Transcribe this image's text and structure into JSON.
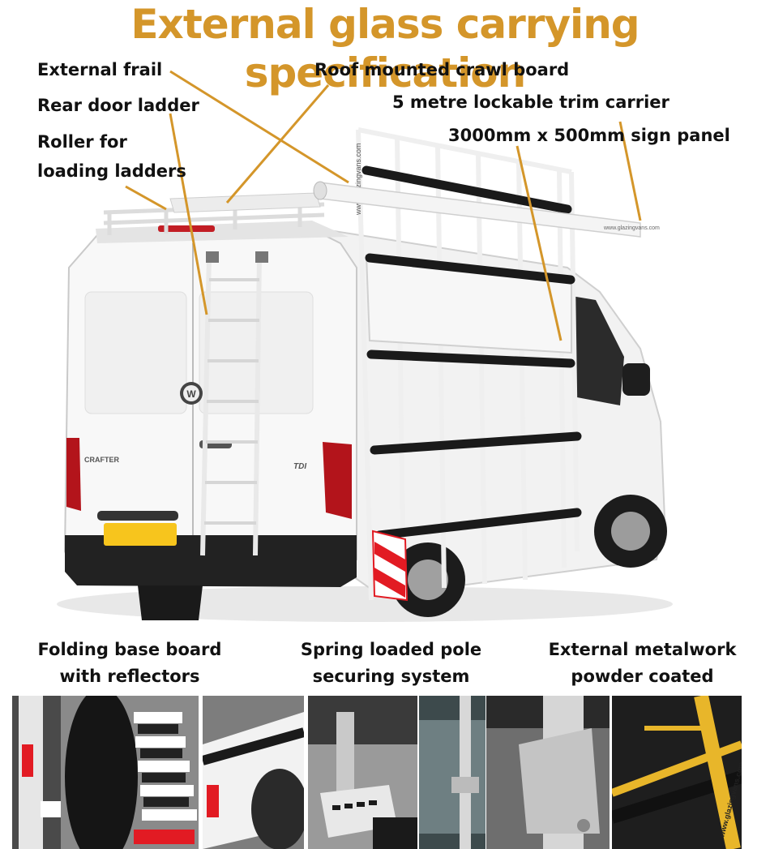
{
  "title": "External glass carrying specification",
  "colors": {
    "title": "#d4962a",
    "leader_lines": "#d4962a",
    "reflector_red": "#e21b23",
    "van_white": "#f4f4f4",
    "rubber_black": "#1a1a1a",
    "plate_yellow": "#f7c51d",
    "frame_yellow": "#e8b62a"
  },
  "callouts": [
    {
      "id": "external-frail",
      "text": "External frail"
    },
    {
      "id": "rear-door-ladder",
      "text": "Rear door ladder"
    },
    {
      "id": "roller-line1",
      "text": "Roller for"
    },
    {
      "id": "roller-line2",
      "text": "loading ladders"
    },
    {
      "id": "roof-crawl-board",
      "text": "Roof mounted crawl board"
    },
    {
      "id": "trim-carrier",
      "text": "5 metre lockable trim carrier"
    },
    {
      "id": "sign-panel",
      "text": "3000mm x 500mm sign panel"
    }
  ],
  "van": {
    "model_badge": "CRAFTER",
    "engine_badge": "TDI",
    "logo": "vw-logo",
    "frame_text": "www.glazingvans.com",
    "trim_text": "www.glazingvans.com"
  },
  "features": [
    {
      "line1": "Folding base board",
      "line2": "with reflectors"
    },
    {
      "line1": "Spring loaded pole",
      "line2": "securing system"
    },
    {
      "line1": "External metalwork",
      "line2": "powder coated"
    }
  ],
  "photo_panels": [
    {
      "name": "base-board-photo",
      "text": ""
    },
    {
      "name": "reflector-steps-photo",
      "text": ""
    },
    {
      "name": "base-board-side-photo",
      "text": ""
    },
    {
      "name": "pole-base-photo",
      "text": ""
    },
    {
      "name": "pole-clamp-photo",
      "text": ""
    },
    {
      "name": "roller-end-photo",
      "text": ""
    },
    {
      "name": "yellow-frame-photo",
      "text": "www.glazingvans.com"
    }
  ]
}
